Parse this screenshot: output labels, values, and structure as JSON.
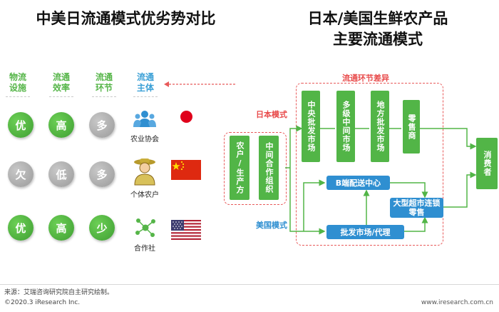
{
  "titles": {
    "left": "中美日流通模式优劣势对比",
    "right_line1": "日本/美国生鲜农产品",
    "right_line2": "主要流通模式"
  },
  "headers": [
    "物流设施",
    "流通效率",
    "流通环节",
    "流通主体"
  ],
  "rows": [
    {
      "values": [
        "优",
        "高",
        "多"
      ],
      "tones": [
        "green",
        "green",
        "gray"
      ],
      "entity": "农业协会",
      "entity_icon": "people-group-icon",
      "country": "japan"
    },
    {
      "values": [
        "欠",
        "低",
        "多"
      ],
      "tones": [
        "gray",
        "gray",
        "gray"
      ],
      "entity": "个体农户",
      "entity_icon": "farmer-icon",
      "country": "china"
    },
    {
      "values": [
        "优",
        "高",
        "少"
      ],
      "tones": [
        "green",
        "green",
        "green"
      ],
      "entity": "合作社",
      "entity_icon": "network-icon",
      "country": "usa"
    }
  ],
  "diagram": {
    "diff_label": "流通环节差异",
    "japan_label": "日本模式",
    "usa_label": "美国模式",
    "source_boxes": [
      "农户/生产方",
      "中间合作组织"
    ],
    "japan_boxes": [
      "中央批发市场",
      "多级中间市场",
      "地方批发市场",
      "零售商"
    ],
    "usa_boxes": {
      "b2b": "B端配送中心",
      "supermarket": "大型超市连锁零售",
      "wholesale": "批发市场/代理"
    },
    "consumer": "消费者"
  },
  "footer": {
    "source": "来源：艾瑞咨询研究院自主研究绘制。",
    "copyright": "©2020.3 iResearch Inc.",
    "website": "www.iresearch.com.cn"
  },
  "colors": {
    "green": "#52b547",
    "blue": "#2f8fd1",
    "red": "#e84a4a",
    "gray": "#a8a8a8"
  }
}
